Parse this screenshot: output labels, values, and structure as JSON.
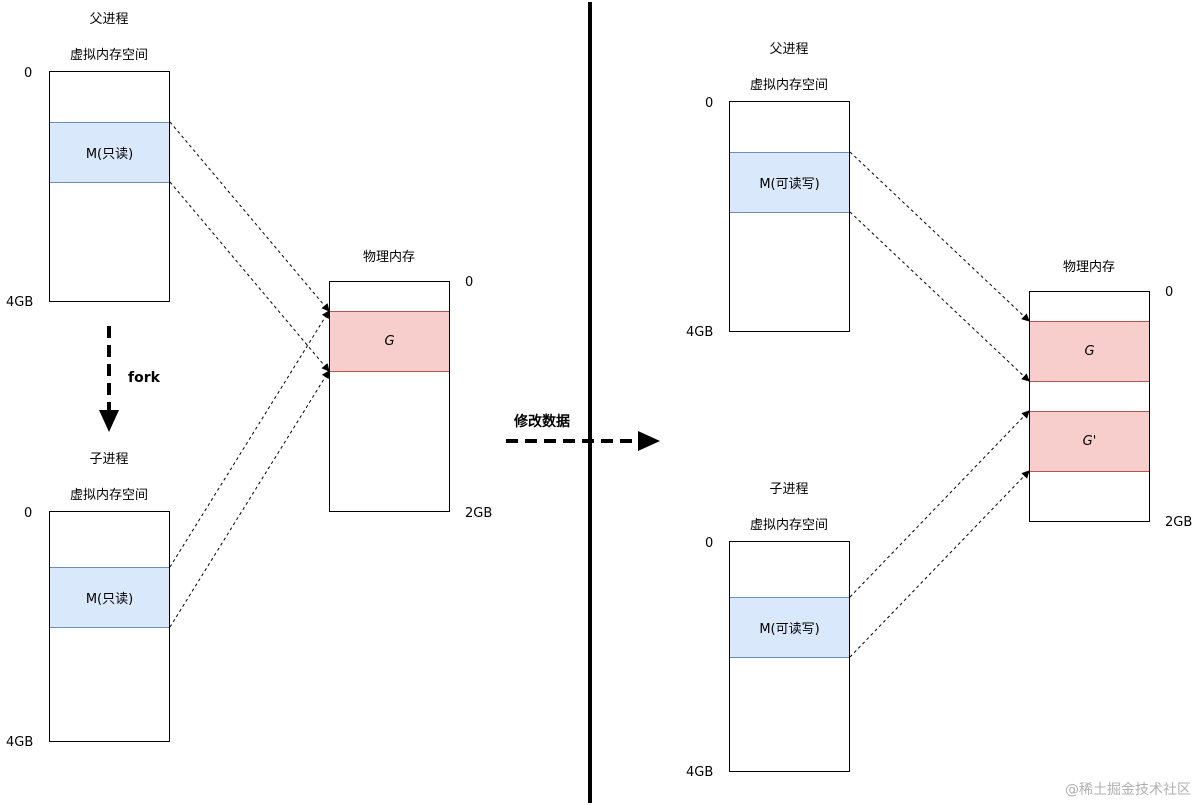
{
  "left": {
    "parent": {
      "title": "父进程",
      "space_label": "虚拟内存空间",
      "addr_start": "0",
      "addr_end": "4GB",
      "segment": "M(只读)"
    },
    "fork_label": "fork",
    "child": {
      "title": "子进程",
      "space_label": "虚拟内存空间",
      "addr_start": "0",
      "addr_end": "4GB",
      "segment": "M(只读)"
    },
    "physical": {
      "title": "物理内存",
      "addr_start": "0",
      "addr_end": "2GB",
      "page": "G"
    }
  },
  "transition_label": "修改数据",
  "right": {
    "parent": {
      "title": "父进程",
      "space_label": "虚拟内存空间",
      "addr_start": "0",
      "addr_end": "4GB",
      "segment": "M(可读写)"
    },
    "child": {
      "title": "子进程",
      "space_label": "虚拟内存空间",
      "addr_start": "0",
      "addr_end": "4GB",
      "segment": "M(可读写)"
    },
    "physical": {
      "title": "物理内存",
      "addr_start": "0",
      "addr_end": "2GB",
      "page_1": "G",
      "page_2": "G'"
    }
  },
  "watermark": "@稀土掘金技术社区"
}
